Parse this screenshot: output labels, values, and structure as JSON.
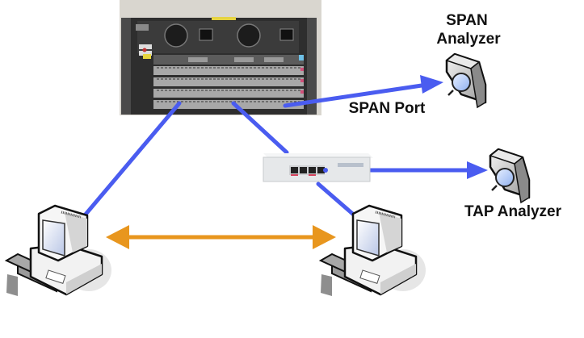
{
  "diagram": {
    "title": "SPAN vs TAP network monitoring",
    "labels": {
      "span_analyzer_line1": "SPAN",
      "span_analyzer_line2": "Analyzer",
      "span_port": "SPAN Port",
      "tap_analyzer": "TAP Analyzer"
    },
    "nodes": [
      {
        "id": "switch",
        "kind": "chassis-switch-photo"
      },
      {
        "id": "tap",
        "kind": "network-tap-device"
      },
      {
        "id": "span-analyzer",
        "kind": "analyzer-icon"
      },
      {
        "id": "tap-analyzer",
        "kind": "analyzer-icon"
      },
      {
        "id": "pc-left",
        "kind": "desktop-computer-icon"
      },
      {
        "id": "pc-right",
        "kind": "desktop-computer-icon"
      }
    ],
    "edges": [
      {
        "from": "switch",
        "to": "pc-left",
        "style": "blue-line"
      },
      {
        "from": "switch",
        "to": "tap",
        "style": "blue-line"
      },
      {
        "from": "tap",
        "to": "pc-right",
        "style": "blue-line"
      },
      {
        "from": "switch",
        "to": "span-analyzer",
        "style": "blue-arrow",
        "label": "SPAN Port"
      },
      {
        "from": "tap",
        "to": "tap-analyzer",
        "style": "blue-arrow"
      },
      {
        "from": "pc-left",
        "to": "pc-right",
        "style": "orange-double-arrow"
      }
    ],
    "colors": {
      "link_blue": "#4a5cf0",
      "traffic_orange": "#e8961e",
      "chassis_dark": "#3a3a3a",
      "tap_body": "#e6e8ea"
    }
  }
}
